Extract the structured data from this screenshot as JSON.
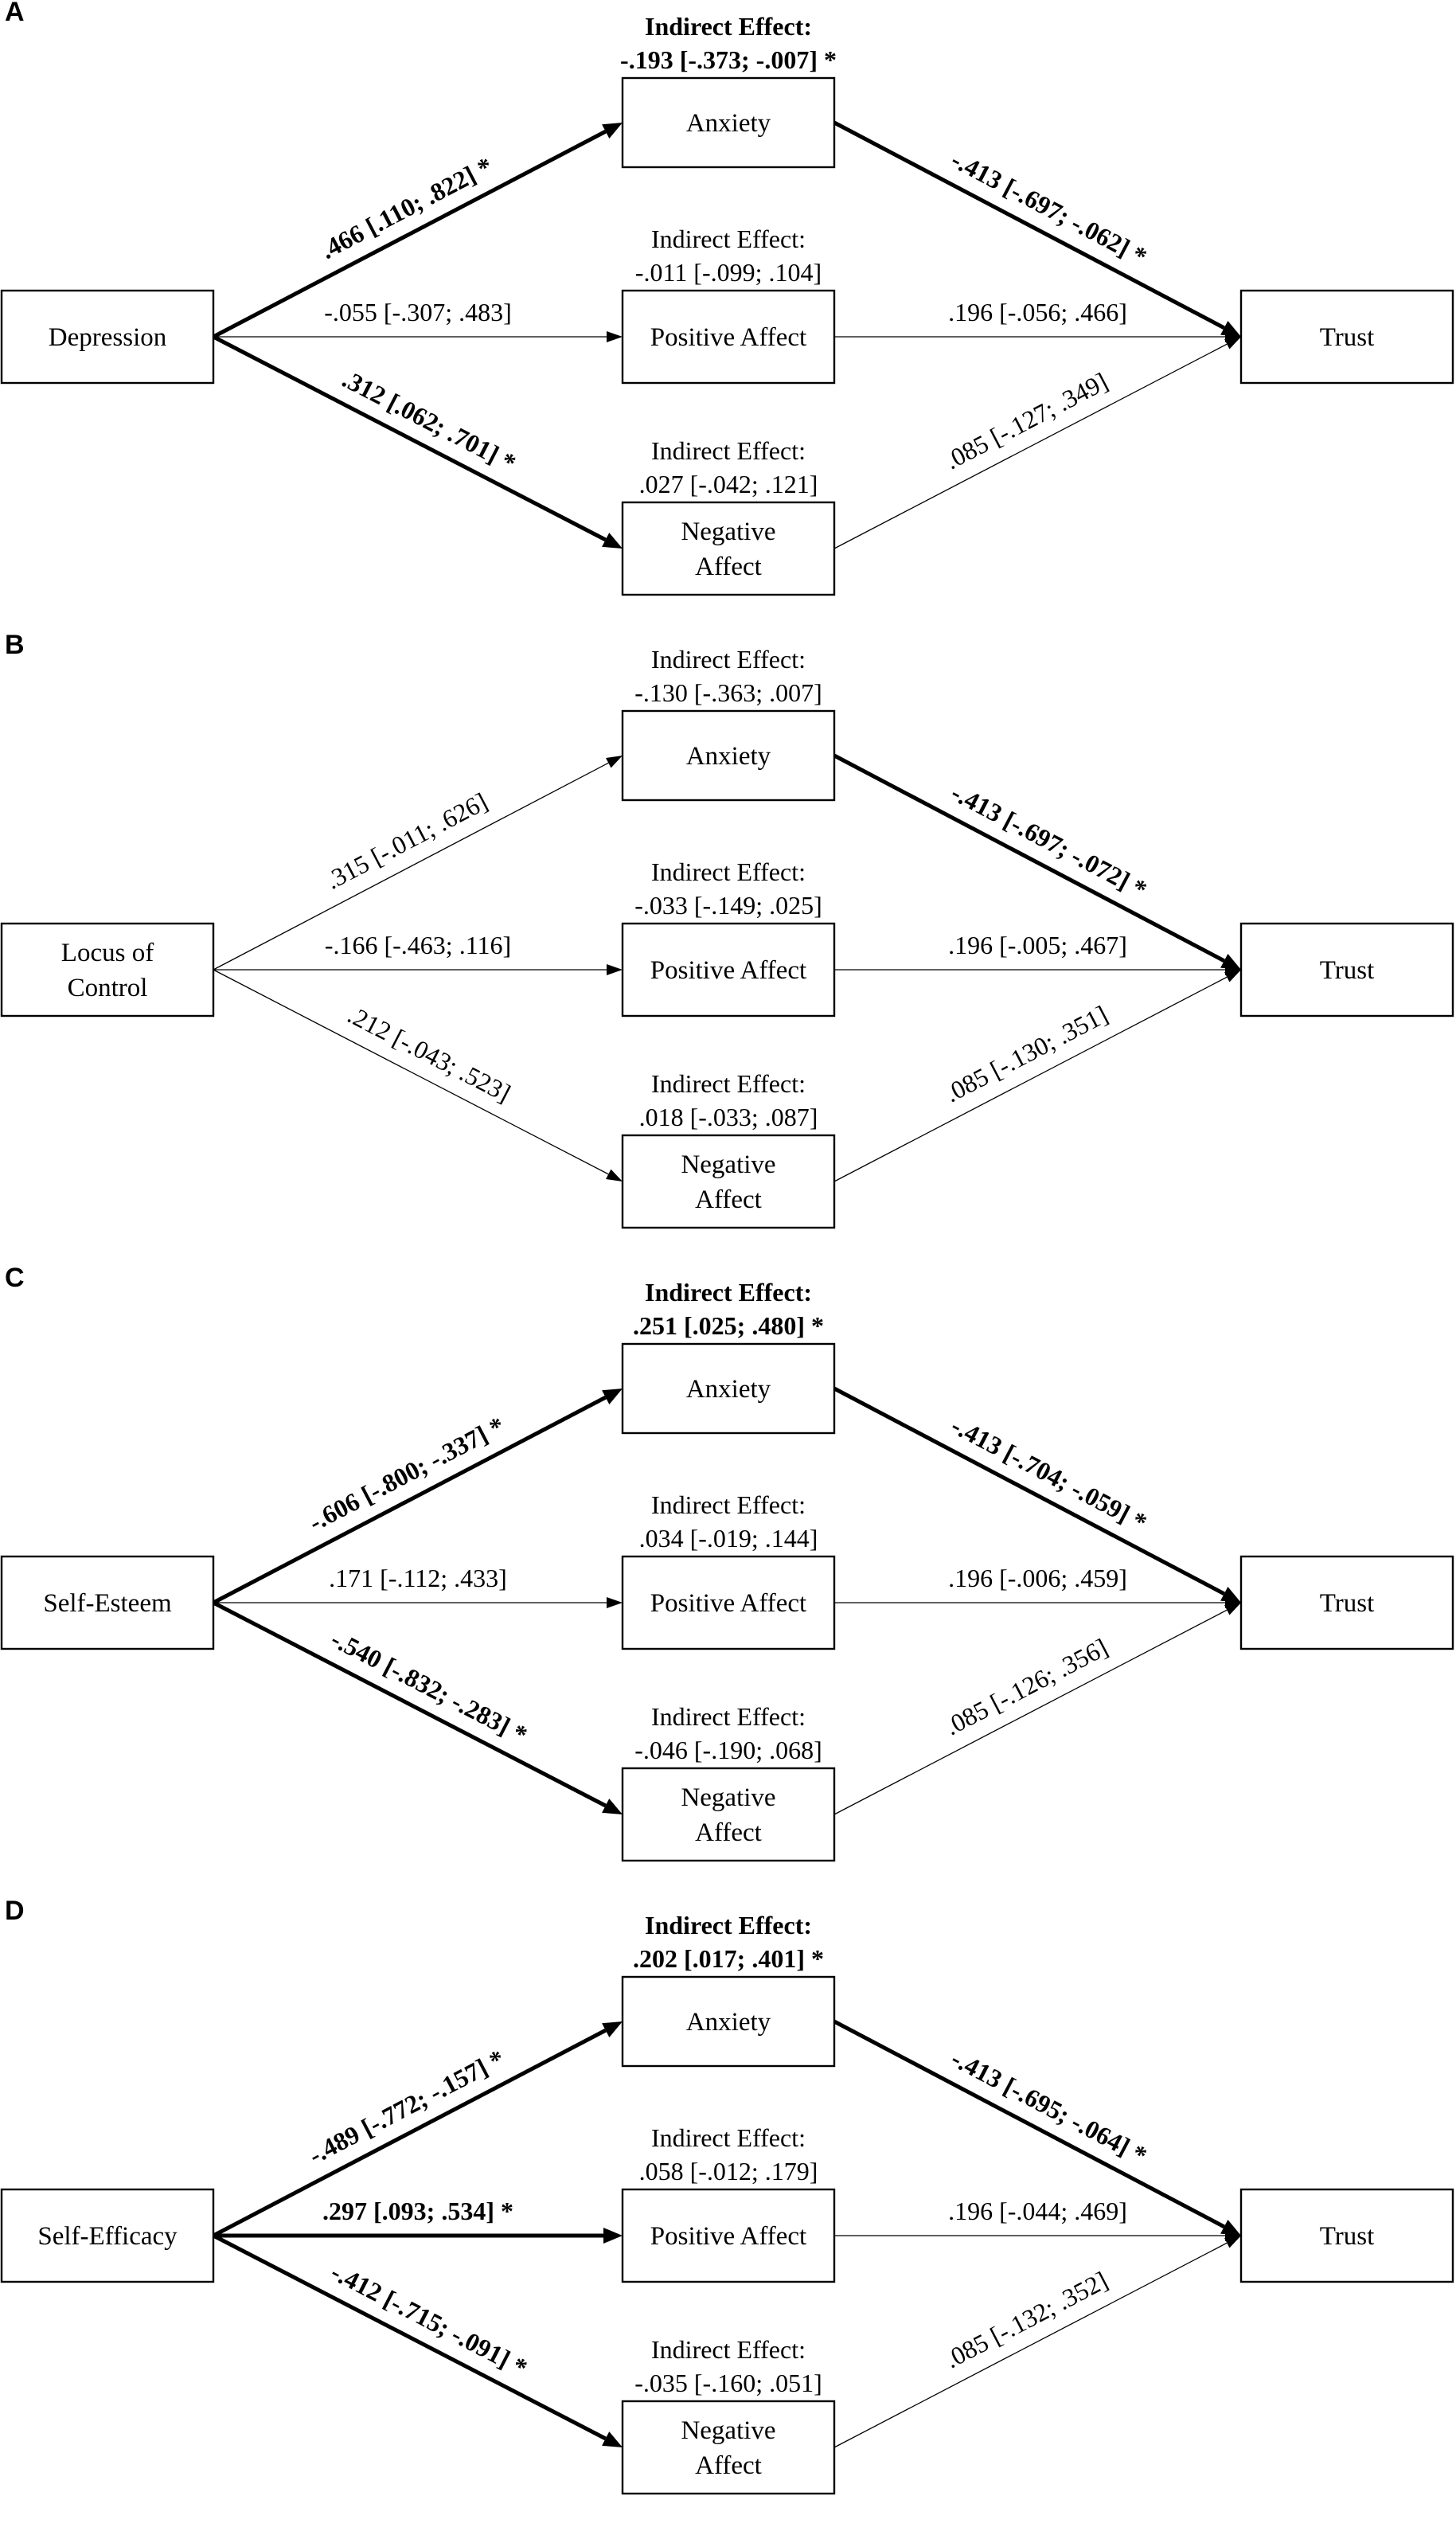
{
  "panels": [
    {
      "letter": "A",
      "predictor": [
        "Depression"
      ],
      "mediators": {
        "anxiety": [
          "Anxiety"
        ],
        "positive": [
          "Positive Affect"
        ],
        "negative": [
          "Negative",
          "Affect"
        ]
      },
      "outcome": [
        "Trust"
      ],
      "a_paths": [
        {
          "label": ".466 [.110; .822] *",
          "significant": true
        },
        {
          "label": "-.055 [-.307; .483]",
          "significant": false
        },
        {
          "label": ".312 [.062; .701] *",
          "significant": true
        }
      ],
      "b_paths": [
        {
          "label": "-.413 [-.697; -.062] *",
          "significant": true
        },
        {
          "label": ".196 [-.056; .466]",
          "significant": false
        },
        {
          "label": ".085 [-.127; .349]",
          "significant": false
        }
      ],
      "indirect_effects": [
        {
          "title": "Indirect Effect:",
          "value": "-.193 [-.373; -.007] *",
          "significant": true
        },
        {
          "title": "Indirect Effect:",
          "value": "-.011 [-.099; .104]",
          "significant": false
        },
        {
          "title": "Indirect Effect:",
          "value": ".027 [-.042; .121]",
          "significant": false
        }
      ]
    },
    {
      "letter": "B",
      "predictor": [
        "Locus of",
        "Control"
      ],
      "mediators": {
        "anxiety": [
          "Anxiety"
        ],
        "positive": [
          "Positive Affect"
        ],
        "negative": [
          "Negative",
          "Affect"
        ]
      },
      "outcome": [
        "Trust"
      ],
      "a_paths": [
        {
          "label": ".315 [-.011; .626]",
          "significant": false
        },
        {
          "label": "-.166 [-.463; .116]",
          "significant": false
        },
        {
          "label": ".212 [-.043; .523]",
          "significant": false
        }
      ],
      "b_paths": [
        {
          "label": "-.413 [-.697; -.072] *",
          "significant": true
        },
        {
          "label": ".196 [-.005; .467]",
          "significant": false
        },
        {
          "label": ".085 [-.130; .351]",
          "significant": false
        }
      ],
      "indirect_effects": [
        {
          "title": "Indirect Effect:",
          "value": "-.130 [-.363; .007]",
          "significant": false
        },
        {
          "title": "Indirect Effect:",
          "value": "-.033 [-.149; .025]",
          "significant": false
        },
        {
          "title": "Indirect Effect:",
          "value": ".018 [-.033; .087]",
          "significant": false
        }
      ]
    },
    {
      "letter": "C",
      "predictor": [
        "Self-Esteem"
      ],
      "mediators": {
        "anxiety": [
          "Anxiety"
        ],
        "positive": [
          "Positive Affect"
        ],
        "negative": [
          "Negative",
          "Affect"
        ]
      },
      "outcome": [
        "Trust"
      ],
      "a_paths": [
        {
          "label": "-.606 [-.800; -.337] *",
          "significant": true
        },
        {
          "label": ".171 [-.112; .433]",
          "significant": false
        },
        {
          "label": "-.540 [-.832; -.283] *",
          "significant": true
        }
      ],
      "b_paths": [
        {
          "label": "-.413 [-.704; -.059] *",
          "significant": true
        },
        {
          "label": ".196 [-.006; .459]",
          "significant": false
        },
        {
          "label": ".085 [-.126; .356]",
          "significant": false
        }
      ],
      "indirect_effects": [
        {
          "title": "Indirect Effect:",
          "value": ".251 [.025; .480] *",
          "significant": true
        },
        {
          "title": "Indirect Effect:",
          "value": ".034 [-.019; .144]",
          "significant": false
        },
        {
          "title": "Indirect Effect:",
          "value": "-.046 [-.190; .068]",
          "significant": false
        }
      ]
    },
    {
      "letter": "D",
      "predictor": [
        "Self-Efficacy"
      ],
      "mediators": {
        "anxiety": [
          "Anxiety"
        ],
        "positive": [
          "Positive Affect"
        ],
        "negative": [
          "Negative",
          "Affect"
        ]
      },
      "outcome": [
        "Trust"
      ],
      "a_paths": [
        {
          "label": "-.489 [-.772; -.157] *",
          "significant": true
        },
        {
          "label": ".297 [.093; .534] *",
          "significant": true
        },
        {
          "label": "-.412 [-.715; -.091] *",
          "significant": true
        }
      ],
      "b_paths": [
        {
          "label": "-.413 [-.695; -.064] *",
          "significant": true
        },
        {
          "label": ".196 [-.044; .469]",
          "significant": false
        },
        {
          "label": ".085 [-.132; .352]",
          "significant": false
        }
      ],
      "indirect_effects": [
        {
          "title": "Indirect Effect:",
          "value": ".202 [.017; .401] *",
          "significant": true
        },
        {
          "title": "Indirect Effect:",
          "value": ".058 [-.012; .179]",
          "significant": false
        },
        {
          "title": "Indirect Effect:",
          "value": "-.035 [-.160; .051]",
          "significant": false
        }
      ]
    }
  ]
}
